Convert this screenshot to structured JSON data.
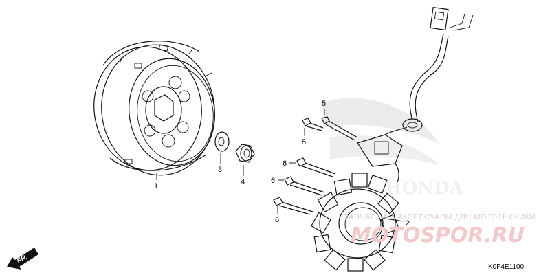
{
  "diagram": {
    "part_code": "K0F4E1100",
    "direction_label": "FR.",
    "callouts": {
      "flywheel": "1",
      "stator": "2",
      "washer": "3",
      "nut": "4",
      "bolt_upper": "5",
      "bolt_upper_b": "5",
      "bolt_mid_a": "6",
      "bolt_mid_b": "6",
      "bolt_lower": "6"
    },
    "watermark": {
      "tagline": "ЗАПЧАСТИ И АКСЕССУАРЫ ДЛЯ МОТОТЕХНИКИ",
      "brand": "MOTOSPOR.RU"
    }
  }
}
